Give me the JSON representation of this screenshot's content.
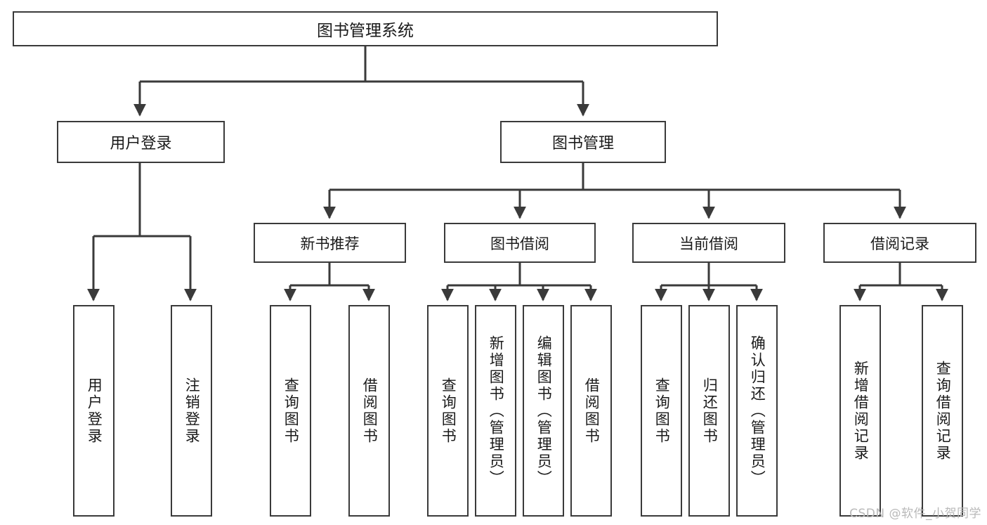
{
  "diagram": {
    "title": "图书管理系统",
    "background_color": "#ffffff",
    "line_color": "#3a3a3a",
    "text_color": "#1a1a1a",
    "root": {
      "label": "图书管理系统"
    },
    "level1": [
      {
        "label": "用户登录"
      },
      {
        "label": "图书管理"
      }
    ],
    "level2": [
      {
        "label": "新书推荐"
      },
      {
        "label": "图书借阅"
      },
      {
        "label": "当前借阅"
      },
      {
        "label": "借阅记录"
      }
    ],
    "leaves": [
      {
        "label": "用户登录"
      },
      {
        "label": "注销登录"
      },
      {
        "label": "查询图书"
      },
      {
        "label": "借阅图书"
      },
      {
        "label": "查询图书"
      },
      {
        "label": "新增图书（管理员）"
      },
      {
        "label": "编辑图书（管理员）"
      },
      {
        "label": "借阅图书"
      },
      {
        "label": "查询图书"
      },
      {
        "label": "归还图书"
      },
      {
        "label": "确认归还（管理员）"
      },
      {
        "label": "新增借阅记录"
      },
      {
        "label": "查询借阅记录"
      }
    ]
  },
  "watermark": {
    "text": "CSDN @软件_小贺同学"
  }
}
